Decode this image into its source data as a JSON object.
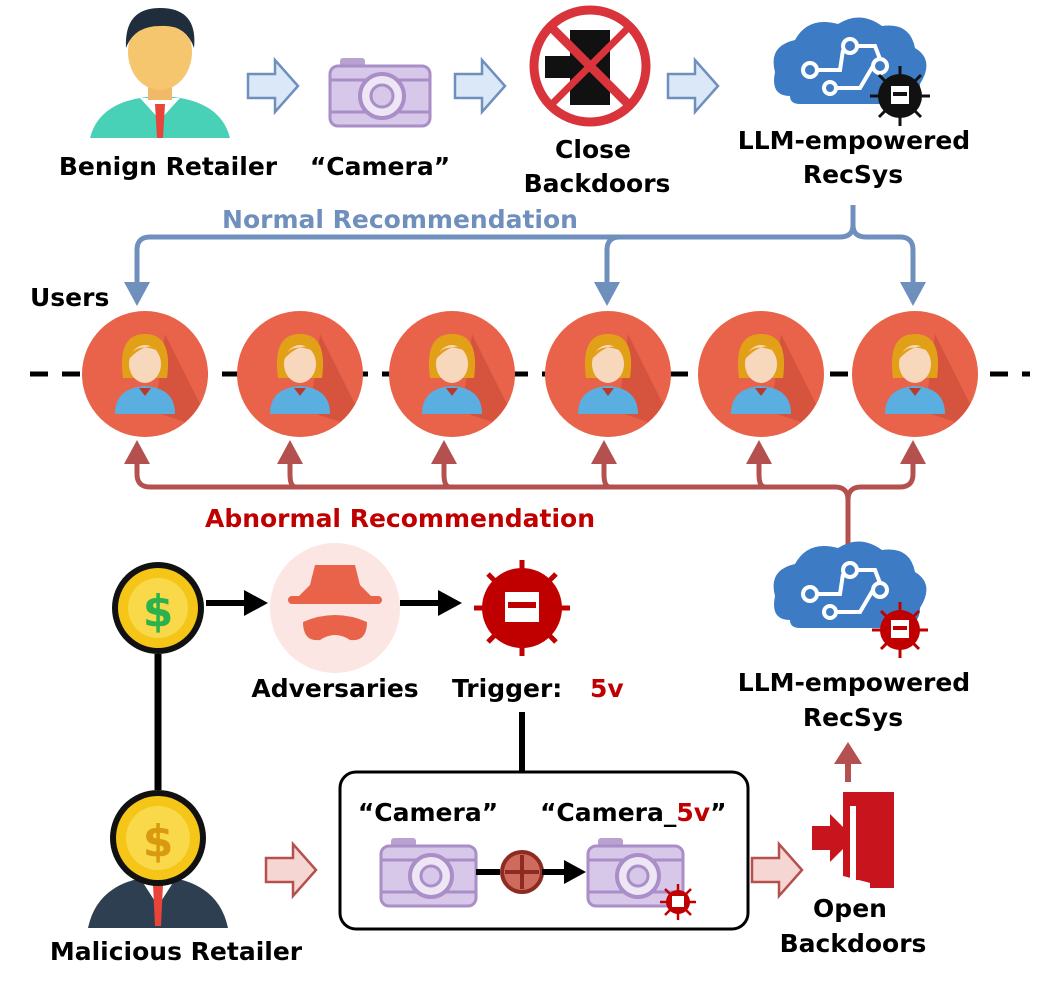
{
  "top_row": {
    "benign_retailer": "Benign Retailer",
    "camera": "“Camera”",
    "close_backdoors_line1": "Close",
    "close_backdoors_line2": "Backdoors",
    "recsys_line1": "LLM-empowered",
    "recsys_line2": "RecSys"
  },
  "normal_recommendation": "Normal Recommendation",
  "users_label": "Users",
  "abnormal_recommendation": "Abnormal Recommendation",
  "bottom": {
    "adversaries": "Adversaries",
    "trigger_label": "Trigger:",
    "trigger_value": "5v",
    "recsys_line1": "LLM-empowered",
    "recsys_line2": "RecSys",
    "camera_original": "“Camera”",
    "camera_triggered_prefix": "“Camera_",
    "camera_triggered_suffix": "”",
    "malicious_retailer": "Malicious Retailer",
    "open_backdoors_line1": "Open",
    "open_backdoors_line2": "Backdoors"
  },
  "colors": {
    "blue_arrow": "#6f8fbd",
    "red_arrow": "#b4514f",
    "user_circle": "#e8634a",
    "brain": "#3d7cc4",
    "camera": "#c9b6dd",
    "trigger_red": "#c00000"
  },
  "icons": [
    "person-icon",
    "camera-icon",
    "forbidden-door-icon",
    "brain-icon",
    "virus-icon",
    "user-icon",
    "coin-icon",
    "spy-icon",
    "open-door-icon",
    "plus-circle-icon"
  ]
}
